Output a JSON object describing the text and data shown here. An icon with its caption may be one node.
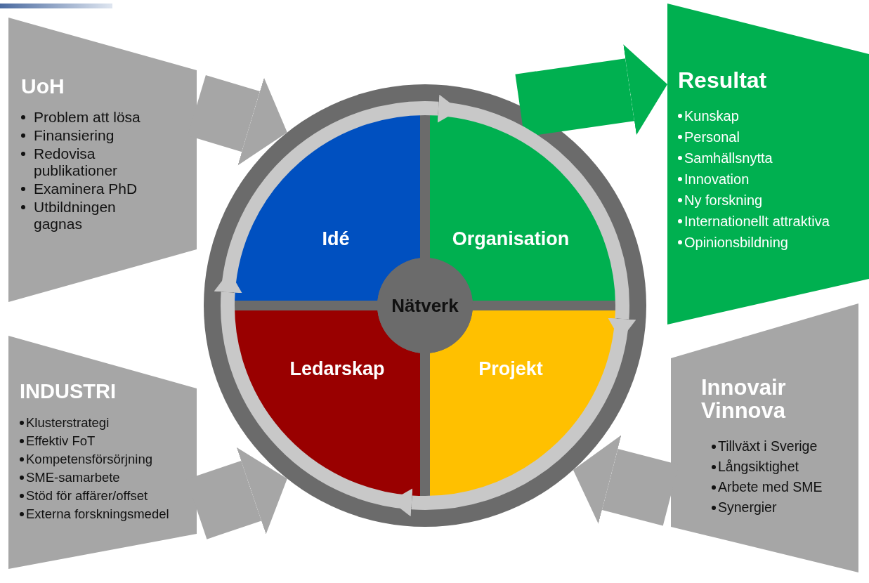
{
  "diagram": {
    "nodes": [
      {
        "text": [
          "UoH",
          "Problem att lösa",
          "Finansiering",
          "Redovisa publikationer",
          "Examinera PhD",
          "Utbildningen gagnas"
        ]
      },
      {
        "text": [
          "Resultat",
          "Kunskap",
          "Personal",
          "Samhällsnytta",
          "Innovation",
          "Ny forskning",
          "Internationellt attraktiva",
          "Opinionsbildning"
        ]
      },
      {
        "text": [],
        "shape": "circle"
      },
      {
        "text": [
          "Idé"
        ],
        "in": 2
      },
      {
        "text": [
          "Organisation"
        ],
        "in": 2
      },
      {
        "text": [
          "Nätverk"
        ],
        "in": 2
      },
      {
        "text": [
          "Ledarskap"
        ],
        "in": 2
      },
      {
        "text": [
          "Projekt"
        ],
        "in": 2
      },
      {
        "text": [
          "INDUSTRI",
          "Klusterstrategi",
          "Effektiv FoT",
          "Kompetensförsörjning",
          "SME-samarbete",
          "Stöd för affärer/offset",
          "Externa forskningsmedel"
        ]
      },
      {
        "text": [
          "Innovair Vinnova",
          "Tillväxt i Sverige",
          "Långsiktighet",
          "Arbete med SME",
          "Synergier"
        ]
      }
    ],
    "edges": [
      {
        "from": 0,
        "to": 2,
        "arrow": "to",
        "style": "thick"
      },
      {
        "from": 2,
        "to": 1,
        "arrow": "to",
        "style": "thick",
        "color": "#00b050"
      },
      {
        "from": 8,
        "to": 2,
        "arrow": "to",
        "style": "thick"
      },
      {
        "from": 9,
        "to": 2,
        "arrow": "to",
        "style": "thick"
      },
      {
        "from": 3,
        "to": 4,
        "arrow": "to",
        "color": "#c8c8c8"
      },
      {
        "from": 4,
        "to": 7,
        "arrow": "to",
        "color": "#c8c8c8"
      },
      {
        "from": 7,
        "to": 6,
        "arrow": "to",
        "color": "#c8c8c8"
      },
      {
        "from": 6,
        "to": 3,
        "arrow": "to",
        "color": "#c8c8c8"
      }
    ]
  }
}
